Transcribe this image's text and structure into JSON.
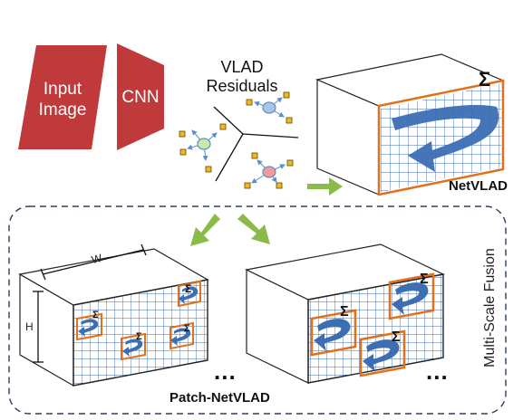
{
  "blocks": {
    "input_image": {
      "line1": "Input",
      "line2": "Image"
    },
    "cnn": "CNN",
    "vlad_residuals": {
      "line1": "VLAD",
      "line2": "Residuals"
    }
  },
  "labels": {
    "netvlad": "NetVLAD",
    "patch_netvlad": "Patch-NetVLAD",
    "multi_scale_fusion": "Multi-Scale Fusion",
    "width": "W",
    "height": "H",
    "sigma": "Σ",
    "ellipsis": "..."
  },
  "colors": {
    "red_block": "#c0393b",
    "cube_face_orange": "#e2701b",
    "grid_line": "#3d6db5",
    "flow_arrow_blue": "#3c6eb4",
    "transition_arrow_green": "#8aba47",
    "dashed_border": "#2b3f5e"
  }
}
